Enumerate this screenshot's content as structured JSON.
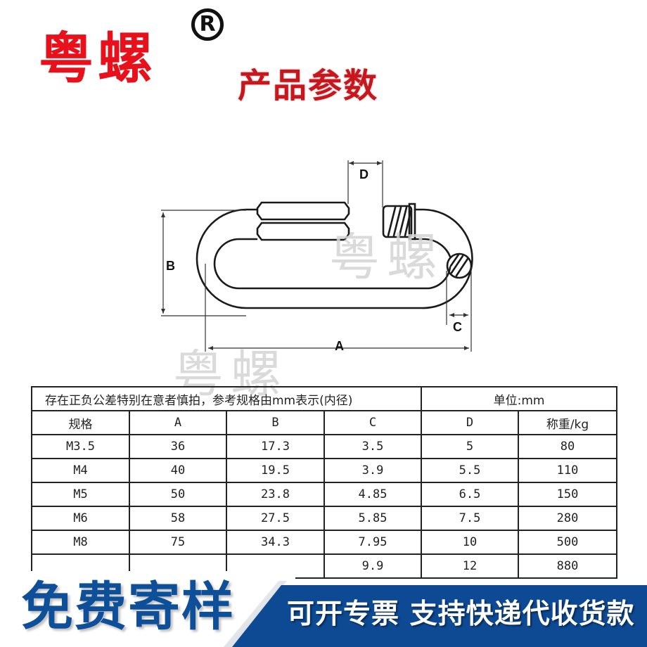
{
  "header": {
    "brand": "粤螺",
    "registered_mark": "R",
    "section_title": "产品参数"
  },
  "diagram": {
    "labels": {
      "a": "A",
      "b": "B",
      "c": "C",
      "d": "D"
    },
    "watermark": "粤螺",
    "colors": {
      "line": "#1a1a1a",
      "watermark": "#d4d4d4"
    }
  },
  "table": {
    "note": "存在正负公差特别在意者慎拍，参考规格由mm表示(内径)",
    "unit": "单位:mm",
    "columns": [
      "规格",
      "A",
      "B",
      "C",
      "D",
      "称重/kg"
    ],
    "rows": [
      [
        "M3.5",
        "36",
        "17.3",
        "3.5",
        "5",
        "80"
      ],
      [
        "M4",
        "40",
        "19.5",
        "3.9",
        "5.5",
        "110"
      ],
      [
        "M5",
        "50",
        "23.8",
        "4.85",
        "6.5",
        "150"
      ],
      [
        "M6",
        "58",
        "27.5",
        "5.85",
        "7.5",
        "280"
      ],
      [
        "M8",
        "75",
        "34.3",
        "7.95",
        "10",
        "500"
      ],
      [
        "",
        "",
        "",
        "9.9",
        "12",
        "880"
      ]
    ]
  },
  "banner": {
    "left_text": "免费寄样",
    "right_text": "可开专票 支持快递代收货款",
    "colors": {
      "blue": "#0d4a93",
      "text_blue": "#0e4f9a"
    }
  },
  "colors": {
    "brand_red": "#e8101a",
    "title_red": "#c8161d"
  }
}
